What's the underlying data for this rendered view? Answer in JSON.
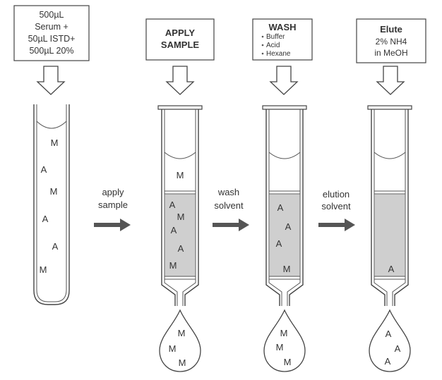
{
  "step_boxes": {
    "serum": {
      "lines": [
        "500µL",
        "Serum +",
        "50µL ISTD+",
        "500µL 20%"
      ]
    },
    "apply": {
      "lines": [
        "APPLY",
        "SAMPLE"
      ]
    },
    "wash": {
      "title": "WASH",
      "items": [
        "Buffer",
        "Acid",
        "Hexane"
      ]
    },
    "elute": {
      "title": "Elute",
      "lines": [
        "2% NH4",
        "in MeOH"
      ]
    }
  },
  "arrow_labels": {
    "apply": [
      "apply",
      "sample"
    ],
    "wash": [
      "wash",
      "solvent"
    ],
    "elution": [
      "elution",
      "solvent"
    ]
  },
  "tube": {
    "letters": [
      "M",
      "A",
      "M",
      "A",
      "A",
      "M"
    ]
  },
  "cartridge_apply": {
    "above_letters": [
      "M"
    ],
    "bed_letters": [
      "A",
      "M",
      "A",
      "A",
      "M"
    ]
  },
  "cartridge_wash": {
    "bed_letters": [
      "A",
      "A",
      "A",
      "M"
    ]
  },
  "cartridge_elute": {
    "bed_letters": [
      "A"
    ]
  },
  "drops": {
    "apply": [
      "M",
      "M",
      "M"
    ],
    "wash": [
      "M",
      "M",
      "M"
    ],
    "elute": [
      "A",
      "A",
      "A"
    ]
  },
  "colors": {
    "bed_fill": "#cfcfcf",
    "line": "#444444",
    "arrow": "#555555"
  }
}
